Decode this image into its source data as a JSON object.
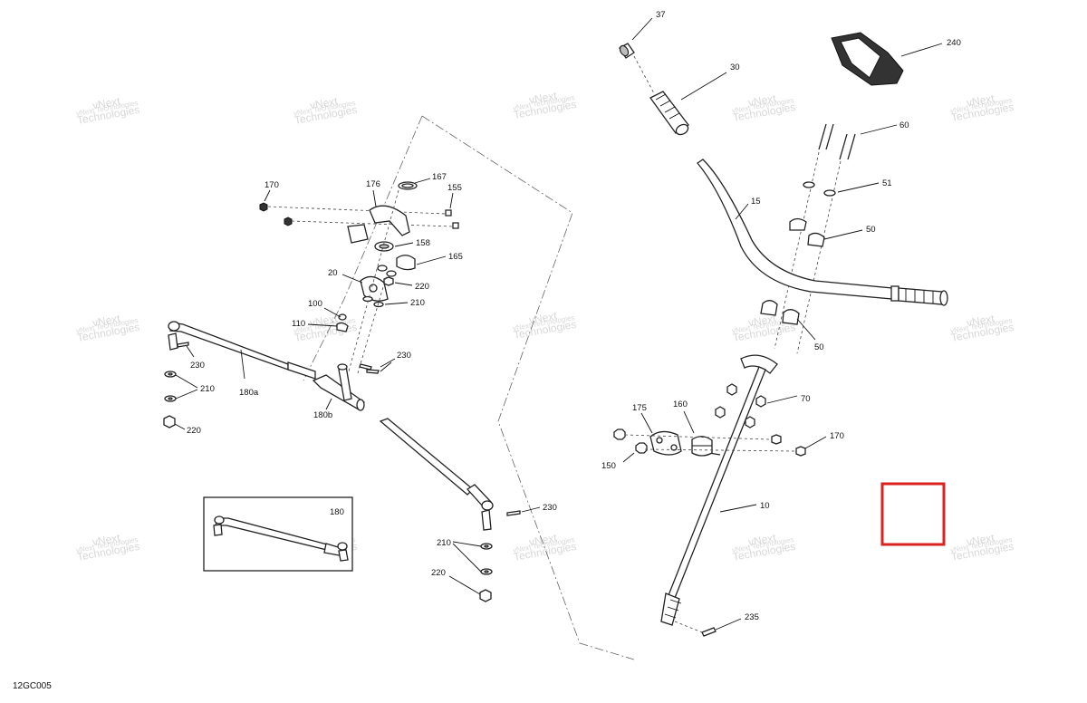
{
  "diagram": {
    "drawing_code": "12GC005",
    "watermark_line1": "vNext",
    "watermark_line2": "Technologies",
    "watermark_full": "vNext Technologies",
    "highlight_color": "#d8231f",
    "callouts": {
      "c37": "37",
      "c30": "30",
      "c240": "240",
      "c60": "60",
      "c51": "51",
      "c15": "15",
      "c50a": "50",
      "c50b": "50",
      "c70": "70",
      "c170r": "170",
      "c160": "160",
      "c175": "175",
      "c150": "150",
      "c10": "10",
      "c235": "235",
      "c170l": "170",
      "c176": "176",
      "c167": "167",
      "c155": "155",
      "c158": "158",
      "c165": "165",
      "c20": "20",
      "c220a": "220",
      "c210a": "210",
      "c100": "100",
      "c110": "110",
      "c230a": "230",
      "c230b": "230",
      "c210b": "210",
      "c180a": "180a",
      "c220b": "220",
      "c180b": "180b",
      "c230c": "230",
      "c180": "180",
      "c210c": "210",
      "c220c": "220"
    }
  }
}
